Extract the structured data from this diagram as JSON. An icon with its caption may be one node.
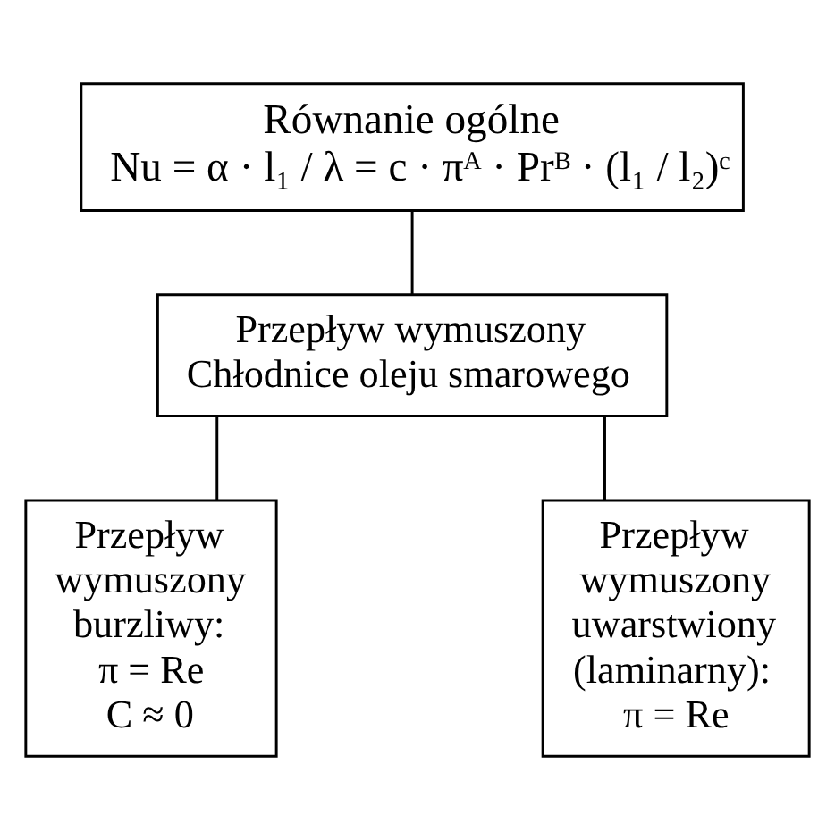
{
  "diagram": {
    "nodes": [
      {
        "text": [
          "Równanie ogólne",
          "Nu = α · l₁ / λ = c · πᴬ · Prᴮ · (l₁ / l₂)ᶜ"
        ]
      },
      {
        "text": [
          "Przepływ wymuszony",
          "Chłodnice oleju smarowego"
        ]
      },
      {
        "text": [
          "Przepływ wymuszony burzliwy: π = Re C ≈ 0"
        ]
      },
      {
        "text": [
          "Przepływ wymuszony uwarstwiony (laminarny): π = Re"
        ]
      }
    ],
    "edges": [
      {
        "from": 0,
        "to": 1,
        "arrow": "none"
      },
      {
        "from": 1,
        "to": 2,
        "arrow": "none"
      },
      {
        "from": 1,
        "to": 3,
        "arrow": "none"
      }
    ]
  }
}
